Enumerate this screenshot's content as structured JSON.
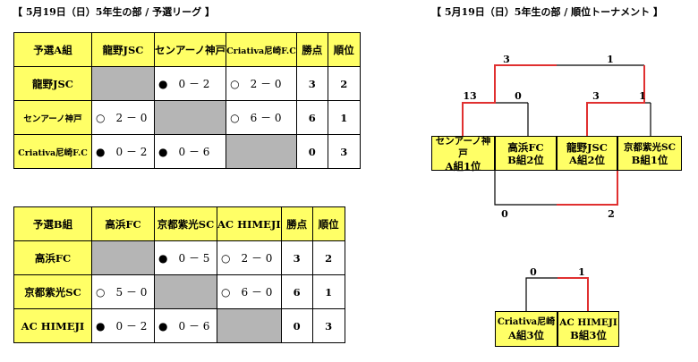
{
  "titles": {
    "league": "【 5月19日（日）5年生の部 / 予選リーグ 】",
    "tournament": "【 5月19日（日）5年生の部 / 順位トーナメント 】"
  },
  "groupA": {
    "corner": "予選A組",
    "teams": [
      "龍野JSC",
      "センアーノ神戸",
      "Criativa尼崎F.C"
    ],
    "points_label": "勝点",
    "rank_label": "順位",
    "rows": [
      {
        "team": "龍野JSC",
        "cells": [
          {
            "gray": true
          },
          {
            "mark": "●",
            "score": "0 － 2"
          },
          {
            "mark": "○",
            "score": "2 － 0"
          }
        ],
        "points": "3",
        "rank": "2"
      },
      {
        "team": "センアーノ神戸",
        "cells": [
          {
            "mark": "○",
            "score": "2 － 0"
          },
          {
            "gray": true
          },
          {
            "mark": "○",
            "score": "6 － 0"
          }
        ],
        "points": "6",
        "rank": "1"
      },
      {
        "team": "Criativa尼崎F.C",
        "cells": [
          {
            "mark": "●",
            "score": "0 － 2"
          },
          {
            "mark": "●",
            "score": "0 － 6"
          },
          {
            "gray": true
          }
        ],
        "points": "0",
        "rank": "3"
      }
    ]
  },
  "groupB": {
    "corner": "予選B組",
    "teams": [
      "高浜FC",
      "京都紫光SC",
      "AC HIMEJI"
    ],
    "points_label": "勝点",
    "rank_label": "順位",
    "rows": [
      {
        "team": "高浜FC",
        "cells": [
          {
            "gray": true
          },
          {
            "mark": "●",
            "score": "0 － 5"
          },
          {
            "mark": "○",
            "score": "2 － 0"
          }
        ],
        "points": "3",
        "rank": "2"
      },
      {
        "team": "京都紫光SC",
        "cells": [
          {
            "mark": "○",
            "score": "5 － 0"
          },
          {
            "gray": true
          },
          {
            "mark": "○",
            "score": "6 － 0"
          }
        ],
        "points": "6",
        "rank": "1"
      },
      {
        "team": "AC HIMEJI",
        "cells": [
          {
            "mark": "●",
            "score": "0 － 2"
          },
          {
            "mark": "●",
            "score": "0 － 6"
          },
          {
            "gray": true
          }
        ],
        "points": "0",
        "rank": "3"
      }
    ]
  },
  "tournament": {
    "teams": [
      {
        "name": "センアーノ神戸",
        "pos": "A組1位"
      },
      {
        "name": "高浜FC",
        "pos": "B組2位"
      },
      {
        "name": "龍野JSC",
        "pos": "A組2位"
      },
      {
        "name": "京都紫光SC",
        "pos": "B組1位"
      }
    ],
    "semi_scores": [
      "13",
      "0",
      "3",
      "1"
    ],
    "final_scores": [
      "3",
      "1"
    ],
    "third_scores": [
      "0",
      "2"
    ],
    "winner_color": "#e03030"
  },
  "fifth_place": {
    "teams": [
      {
        "name": "Criativa尼崎",
        "pos": "A組3位"
      },
      {
        "name": "AC HIMEJI",
        "pos": "B組3位"
      }
    ],
    "scores": [
      "0",
      "1"
    ]
  }
}
